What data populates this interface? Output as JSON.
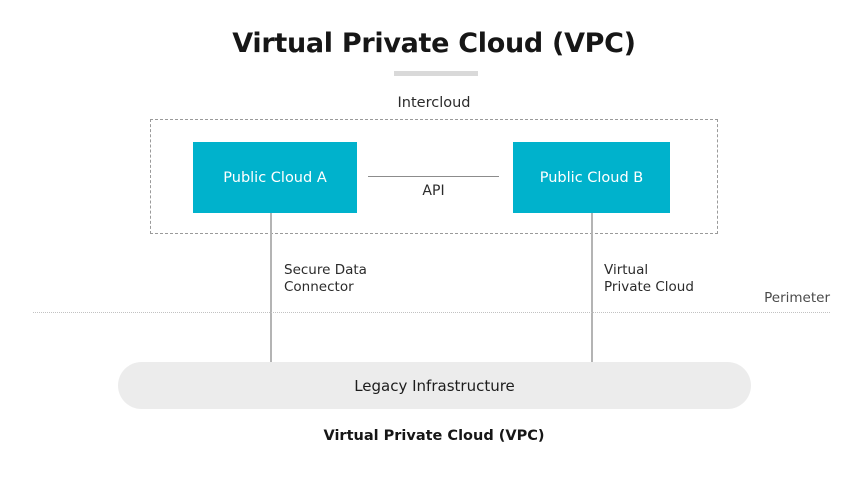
{
  "diagram": {
    "title": "Virtual Private Cloud (VPC)",
    "caption": "Virtual Private Cloud (VPC)",
    "colors": {
      "cloud_box": "#00b2cc",
      "cloud_box_text": "#ffffff",
      "legacy_bar": "#ececec",
      "dashed_border": "#9a9a9a",
      "perimeter_line": "#c2c2c2",
      "title_rule": "#d9d9d9",
      "connector_line": "#b4b4b4",
      "background": "#ffffff"
    },
    "intercloud": {
      "label": "Intercloud",
      "nodes": [
        {
          "id": "cloud-a",
          "label": "Public Cloud A"
        },
        {
          "id": "cloud-b",
          "label": "Public Cloud B"
        }
      ],
      "link_label": "API"
    },
    "connectors": [
      {
        "id": "secure-data-connector",
        "label": "Secure Data\nConnector",
        "from": "cloud-a",
        "to": "legacy-infrastructure"
      },
      {
        "id": "virtual-private-cloud",
        "label": "Virtual\nPrivate Cloud",
        "from": "cloud-b",
        "to": "legacy-infrastructure"
      }
    ],
    "perimeter": {
      "label": "Perimeter"
    },
    "legacy": {
      "label": "Legacy Infrastructure"
    }
  }
}
